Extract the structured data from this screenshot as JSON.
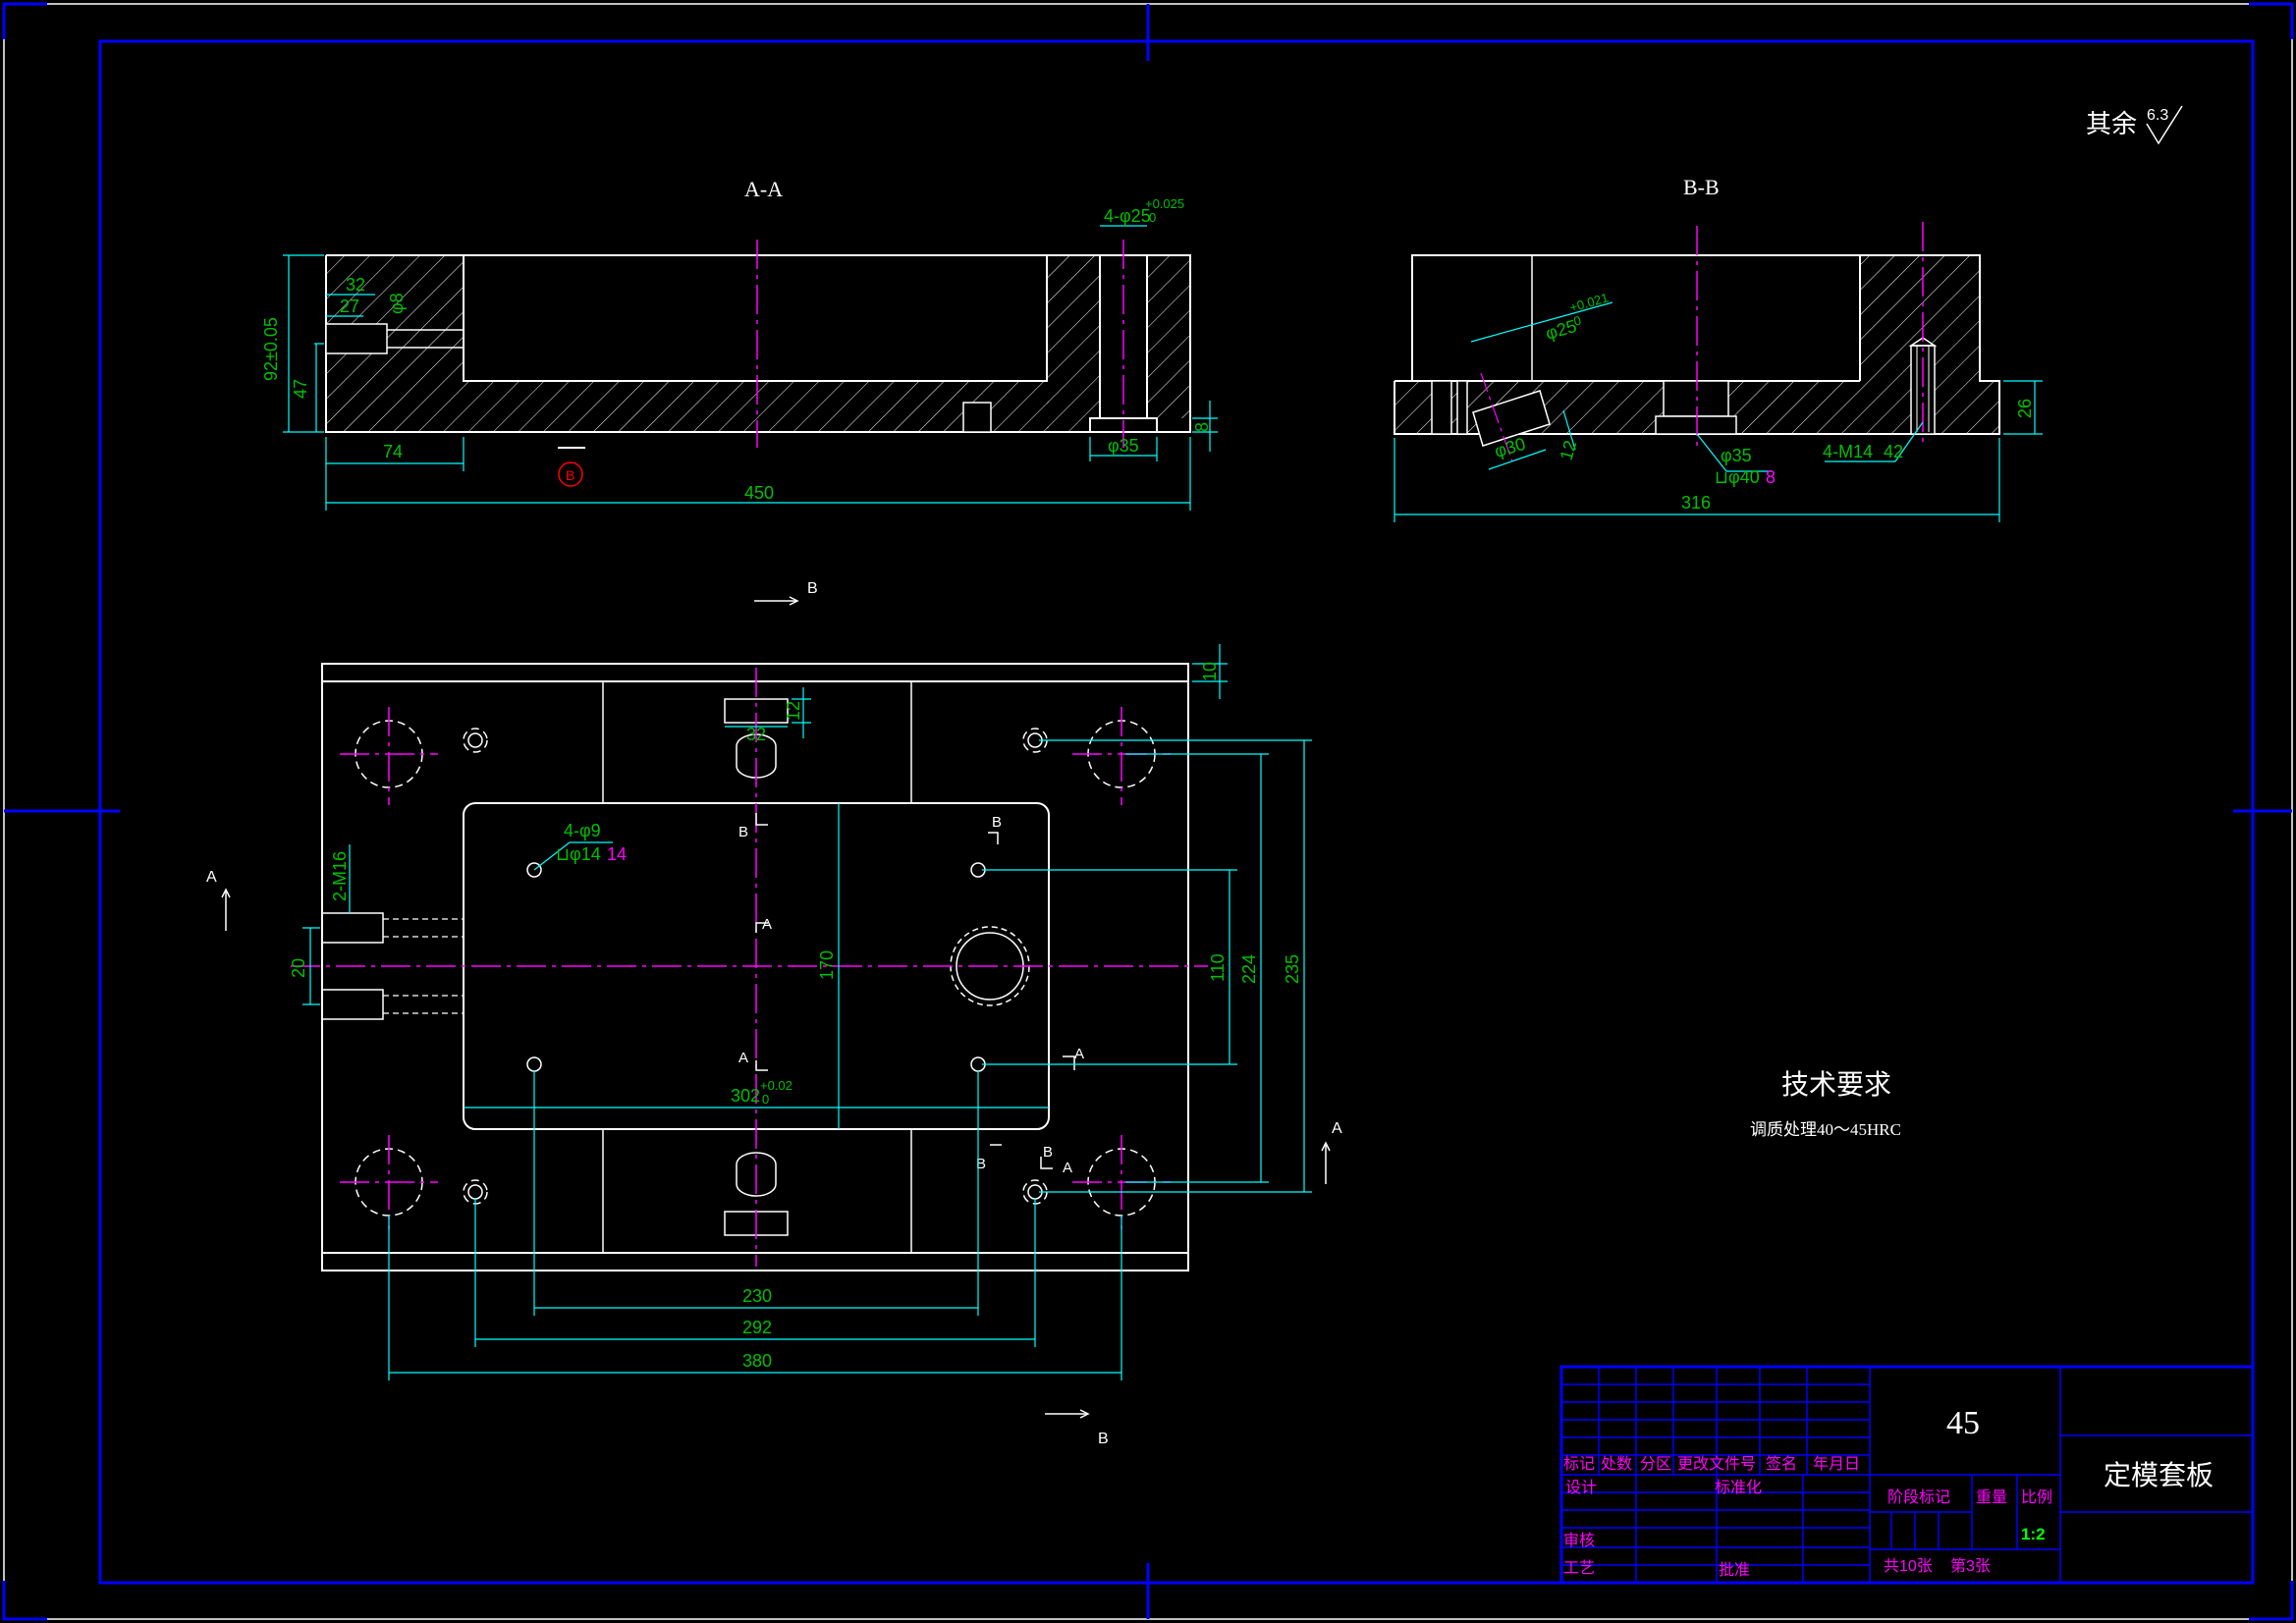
{
  "colors": {
    "background": "#000000",
    "outline": "#ffffff",
    "frame": "#0000ff",
    "dimension": "#00c000",
    "extension": "#00ffff",
    "centerline": "#ff00ff",
    "title_text": "#ff00ff",
    "scale_text": "#00ff00",
    "marker": "#ff0000"
  },
  "surface_finish": {
    "label": "其余",
    "value": "6.3"
  },
  "section_aa": {
    "title": "A-A",
    "dims": {
      "height_total": "92±0.05",
      "height_step": "47",
      "left_32": "32",
      "left_27": "27",
      "bore_8": "φ8",
      "width_74": "74",
      "width_450": "450",
      "holes_top": "4-φ25",
      "holes_tol_upper": "+0.025",
      "holes_tol_lower": "0",
      "counterbore": "φ35",
      "depth_8": "8"
    },
    "marker": "B"
  },
  "section_bb": {
    "title": "B-B",
    "dims": {
      "bore_25": "φ25",
      "bore_25_tol_upper": "+0.021",
      "bore_25_tol_lower": "0",
      "bore_30": "φ30",
      "depth_12": "12",
      "counter_35": "φ35",
      "counter_40": "⊔φ40",
      "counter_40_depth": "8",
      "thread": "4-M14",
      "thread_depth": "42",
      "height_26": "26",
      "width_316": "316"
    }
  },
  "plan_view": {
    "section_labels": {
      "a": "A",
      "b": "B"
    },
    "dims": {
      "top_10": "10",
      "slot_32": "32",
      "slot_12": "12",
      "holes_9": "4-φ9",
      "holes_14": "⊔φ14",
      "holes_14_depth": "14",
      "thread_m16": "2-M16",
      "pitch_20": "20",
      "pocket_170": "170",
      "pocket_302": "302",
      "pocket_302_tol_upper": "+0.02",
      "pocket_302_tol_lower": "0",
      "dim_110": "110",
      "dim_224": "224",
      "dim_235": "235",
      "dim_230": "230",
      "dim_292": "292",
      "dim_380": "380"
    }
  },
  "technical_requirements": {
    "heading": "技术要求",
    "text": "调质处理40～45HRC"
  },
  "title_block": {
    "material": "45",
    "part_name": "定模套板",
    "header_cells": [
      "标记",
      "处数",
      "分区",
      "更改文件号",
      "签名",
      "年月日"
    ],
    "design": "设计",
    "standardization": "标准化",
    "review": "审核",
    "process": "工艺",
    "approve": "批准",
    "stage_mark": "阶段标记",
    "weight": "重量",
    "scale_label": "比例",
    "scale_value": "1:2",
    "sheets_total": "共10张",
    "sheet_no": "第3张"
  }
}
